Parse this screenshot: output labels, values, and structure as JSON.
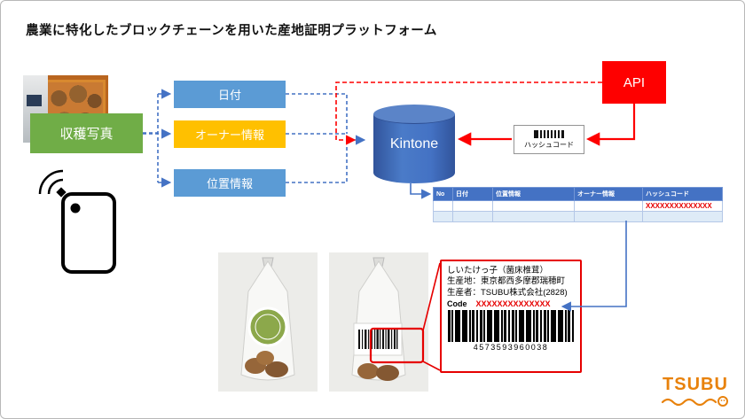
{
  "slide": {
    "title": "農業に特化したブロックチェーンを用いた産地証明プラットフォーム"
  },
  "flow": {
    "harvest_photo": "収穫写真",
    "date": "日付",
    "owner": "オーナー情報",
    "location": "位置情報",
    "kintone": "Kintone",
    "api": "API",
    "hashcode": "ハッシュコード"
  },
  "table": {
    "headers": [
      "No",
      "日付",
      "位置情報",
      "オーナー情報",
      "ハッシュコード"
    ],
    "row1_hash": "XXXXXXXXXXXXXX"
  },
  "label_card": {
    "product": "しいたけっ子（菌床椎茸）",
    "origin": "生産地：東京都西多摩郡瑞穂町",
    "producer": "生産者：TSUBU株式会社(2828)",
    "code_label": "Code",
    "code_value": "XXXXXXXXXXXXXX",
    "barcode_number": "4573593960038"
  },
  "logo": {
    "text": "TSUBU"
  },
  "colors": {
    "green": "#70AD47",
    "blue": "#5B9BD5",
    "gold": "#FFC000",
    "red": "#FE0000",
    "deep_blue": "#4472C4",
    "logo_orange": "#E8820C"
  }
}
